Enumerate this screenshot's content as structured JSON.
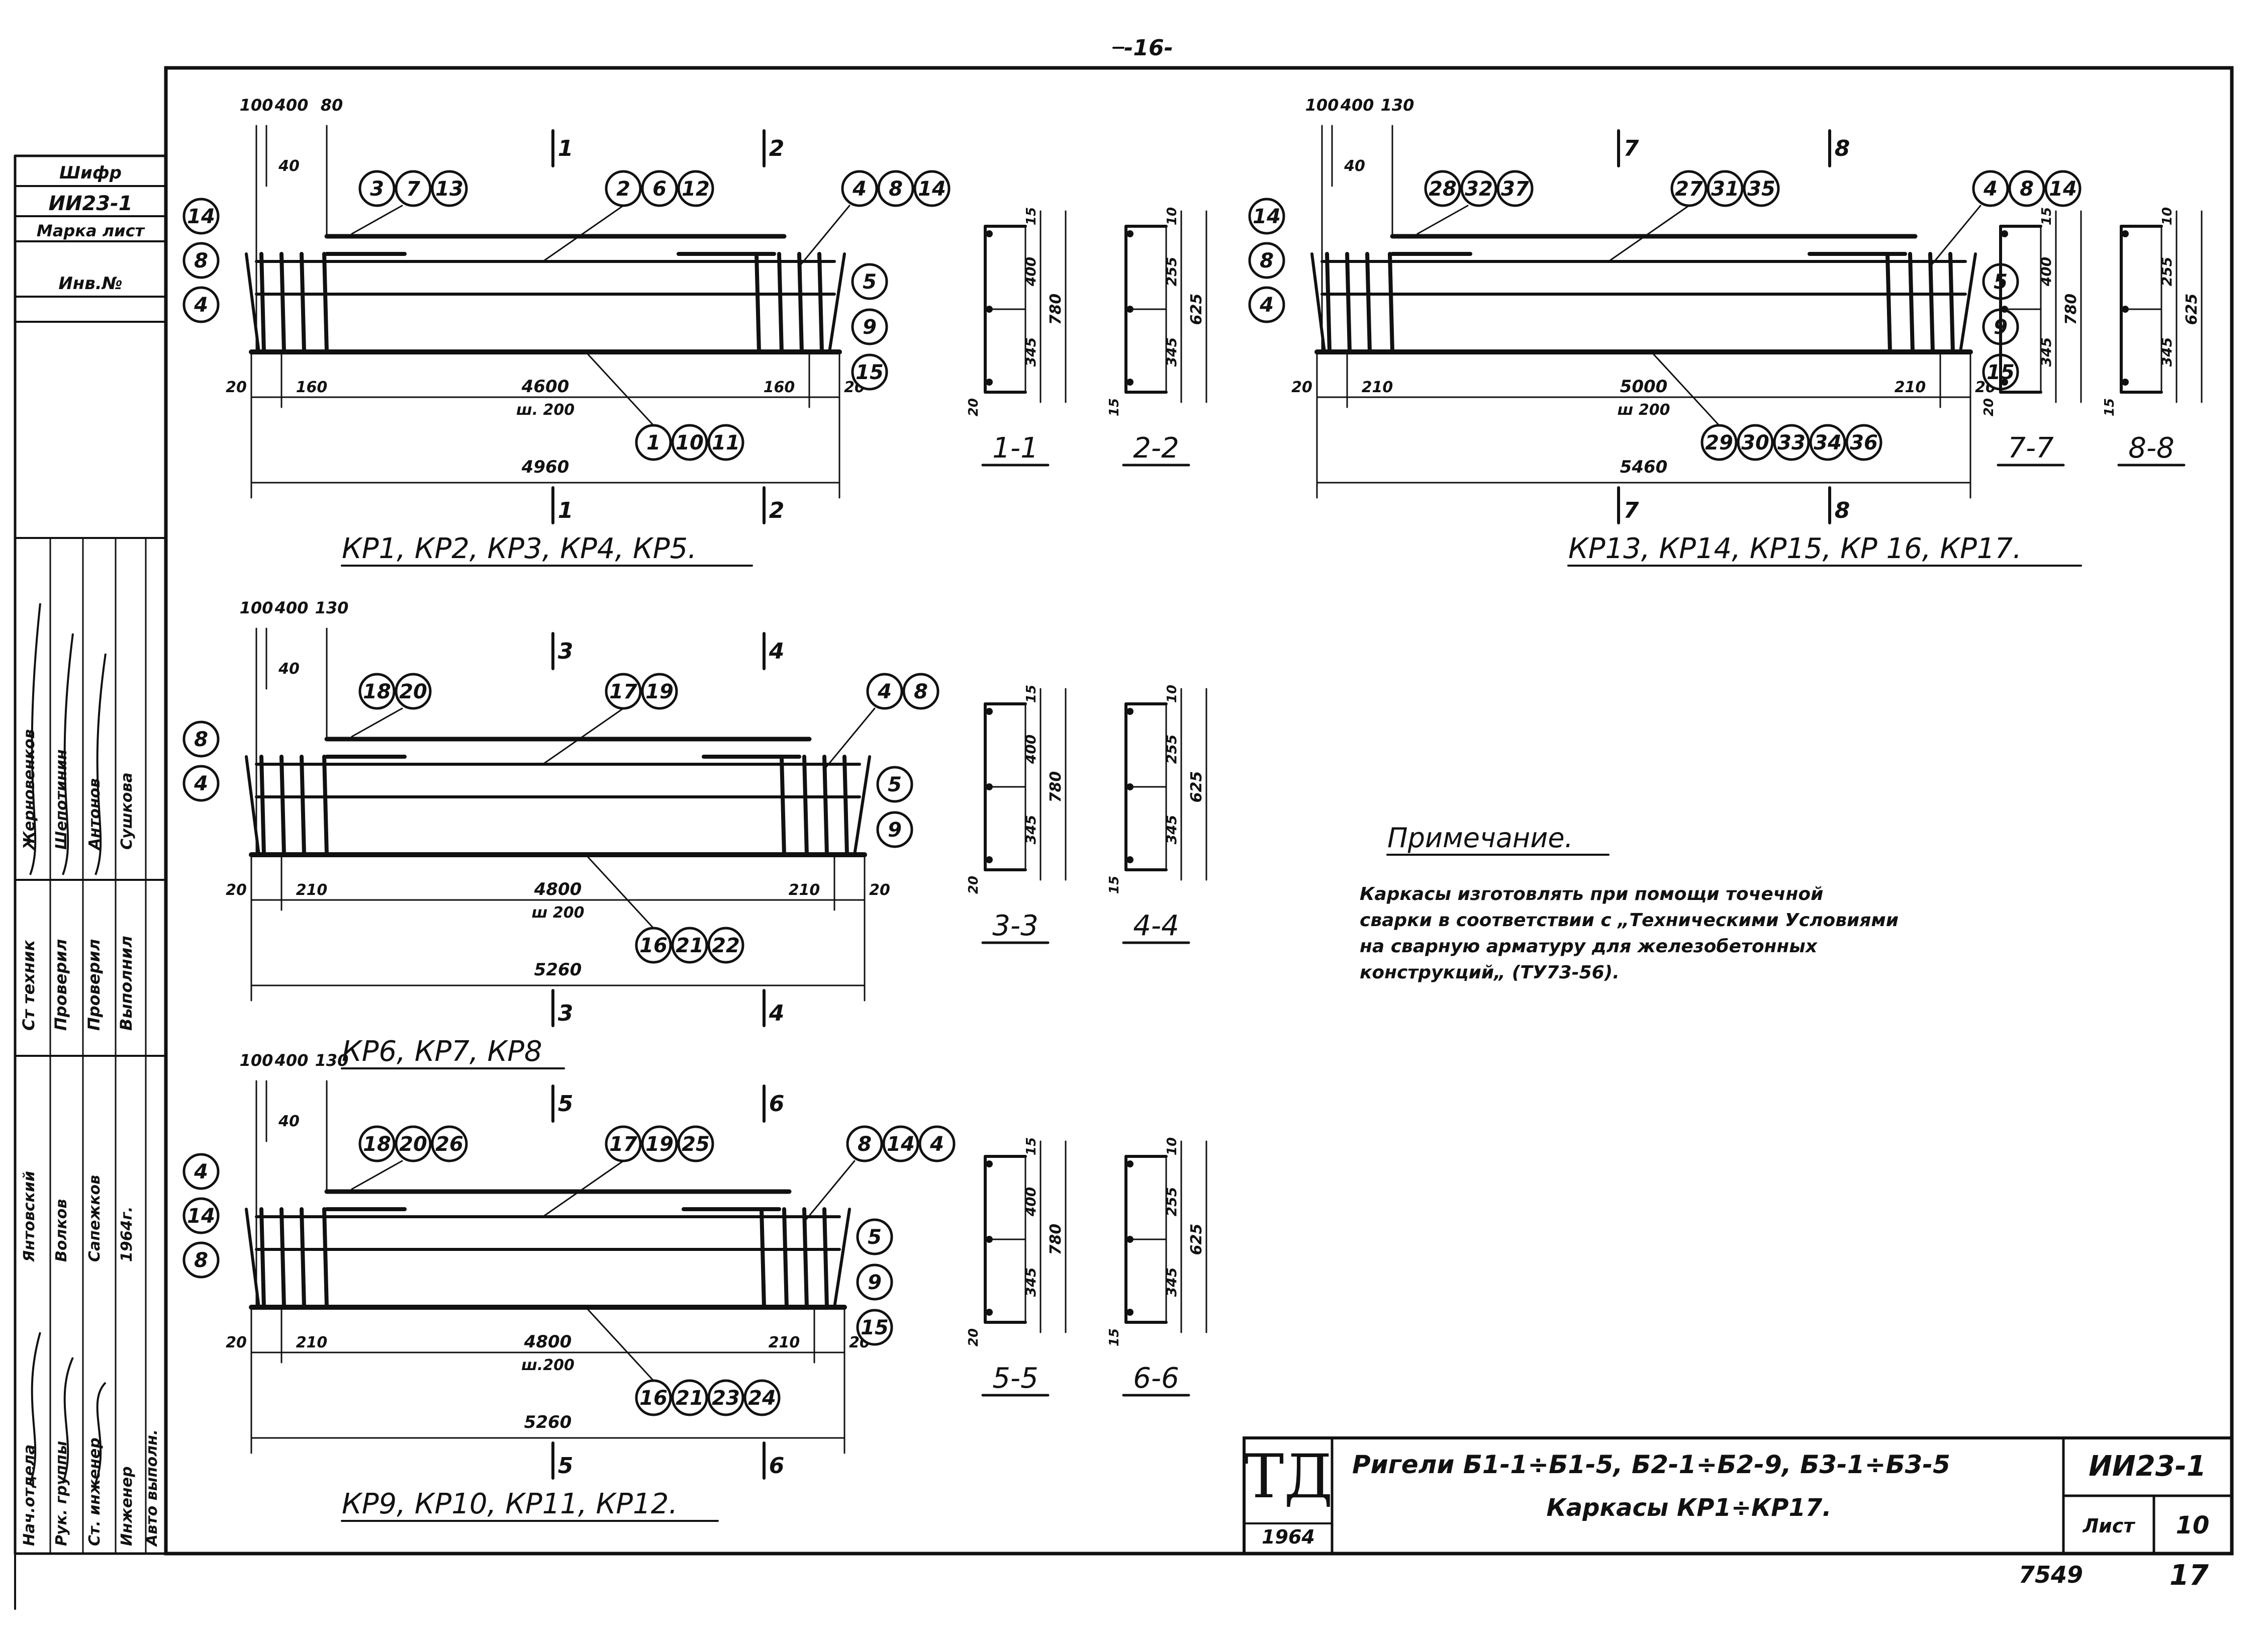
{
  "sheet": {
    "page_number": "-16-",
    "title_line1": "Ригели Б1-1÷Б1-5, Б2-1÷Б2-9, Б3-1÷Б3-5",
    "title_line2": "Каркасы КР1÷КР17.",
    "code": "ИИ23-1",
    "sheet_label": "Лист",
    "sheet_number": "10",
    "logo": "ТД",
    "year": "1964",
    "bottom_numbers": [
      "7549",
      "17"
    ]
  },
  "side_stamp": {
    "header_cells": [
      "Шифр",
      "ИИ23-1",
      "Марка лист",
      "Инв.№"
    ],
    "roles": [
      "Нач.отдела",
      "Рук. группы",
      "Ст. инженер",
      "Инженер",
      "Авто выполн."
    ],
    "names": [
      "Ст техник",
      "Проверил",
      "Проверил",
      "Выполнил"
    ],
    "surnames": [
      "Жерновенков",
      "Шепотинин",
      "Антонов",
      "Сушкова",
      "Янтовский",
      "Волков",
      "Сапежков"
    ],
    "date": "1964г."
  },
  "note": {
    "title": "Примечание.",
    "lines": [
      "Каркасы изготовлять при помощи точечной",
      "сварки в соответствии с „Техническими Условиями",
      "на сварную арматуру для железобетонных",
      "конструкций„ (ТУ73-56)."
    ]
  },
  "frames": [
    {
      "caption": "КР1, КР2, КР3, КР4, КР5.",
      "top_dims": [
        "100",
        "400",
        "80"
      ],
      "d40": "40",
      "dims": [
        "20",
        "160",
        "4600",
        "160",
        "20"
      ],
      "pitch": "ш. 200",
      "overall": "4960",
      "sections": [
        "1",
        "2"
      ],
      "top_callouts": [
        [
          "3",
          "7",
          "13"
        ],
        [
          "2",
          "6",
          "12"
        ],
        [
          "4",
          "8",
          "14"
        ]
      ],
      "left_callouts": [
        "14",
        "8",
        "4"
      ],
      "right_callouts": [
        "5",
        "9",
        "15"
      ],
      "bottom_callouts": [
        "1",
        "10",
        "11"
      ]
    },
    {
      "caption": "КР13, КР14, КР15, КР 16, КР17.",
      "top_dims": [
        "100",
        "400",
        "130"
      ],
      "d40": "40",
      "dims": [
        "20",
        "210",
        "5000",
        "210",
        "20"
      ],
      "pitch": "ш 200",
      "overall": "5460",
      "sections": [
        "7",
        "8"
      ],
      "top_callouts": [
        [
          "28",
          "32",
          "37"
        ],
        [
          "27",
          "31",
          "35"
        ],
        [
          "4",
          "8",
          "14"
        ]
      ],
      "left_callouts": [
        "14",
        "8",
        "4"
      ],
      "right_callouts": [
        "5",
        "9",
        "15"
      ],
      "bottom_callouts": [
        "29",
        "30",
        "33",
        "34",
        "36"
      ]
    },
    {
      "caption": "КР6, КР7, КР8",
      "top_dims": [
        "100",
        "400",
        "130"
      ],
      "d40": "40",
      "dims": [
        "20",
        "210",
        "4800",
        "210",
        "20"
      ],
      "pitch": "ш 200",
      "overall": "5260",
      "sections": [
        "3",
        "4"
      ],
      "top_callouts": [
        [
          "18",
          "20"
        ],
        [
          "17",
          "19"
        ],
        [
          "4",
          "8"
        ]
      ],
      "left_callouts": [
        "8",
        "4"
      ],
      "right_callouts": [
        "5",
        "9"
      ],
      "bottom_callouts": [
        "16",
        "21",
        "22"
      ]
    },
    {
      "caption": "КР9, КР10, КР11, КР12.",
      "top_dims": [
        "100",
        "400",
        "130"
      ],
      "d40": "40",
      "dims": [
        "20",
        "210",
        "4800",
        "210",
        "20"
      ],
      "pitch": "ш.200",
      "overall": "5260",
      "sections": [
        "5",
        "6"
      ],
      "top_callouts": [
        [
          "18",
          "20",
          "26"
        ],
        [
          "17",
          "19",
          "25"
        ],
        [
          "8",
          "14",
          "4"
        ]
      ],
      "left_callouts": [
        "4",
        "14",
        "8"
      ],
      "right_callouts": [
        "5",
        "9",
        "15"
      ],
      "bottom_callouts": [
        "16",
        "21",
        "23",
        "24"
      ]
    }
  ],
  "section_views": [
    {
      "label": "1-1",
      "dims": [
        "15",
        "400",
        "780",
        "345",
        "20"
      ]
    },
    {
      "label": "2-2",
      "dims": [
        "10",
        "255",
        "625",
        "345",
        "15"
      ]
    },
    {
      "label": "7-7",
      "dims": [
        "15",
        "400",
        "780",
        "345",
        "20"
      ]
    },
    {
      "label": "8-8",
      "dims": [
        "10",
        "255",
        "625",
        "345",
        "15"
      ]
    },
    {
      "label": "3-3",
      "dims": [
        "15",
        "400",
        "780",
        "345",
        "20"
      ]
    },
    {
      "label": "4-4",
      "dims": [
        "10",
        "255",
        "625",
        "345",
        "15"
      ]
    },
    {
      "label": "5-5",
      "dims": [
        "15",
        "400",
        "780",
        "345",
        "20"
      ]
    },
    {
      "label": "6-6",
      "dims": [
        "10",
        "255",
        "625",
        "345",
        "15"
      ]
    }
  ]
}
